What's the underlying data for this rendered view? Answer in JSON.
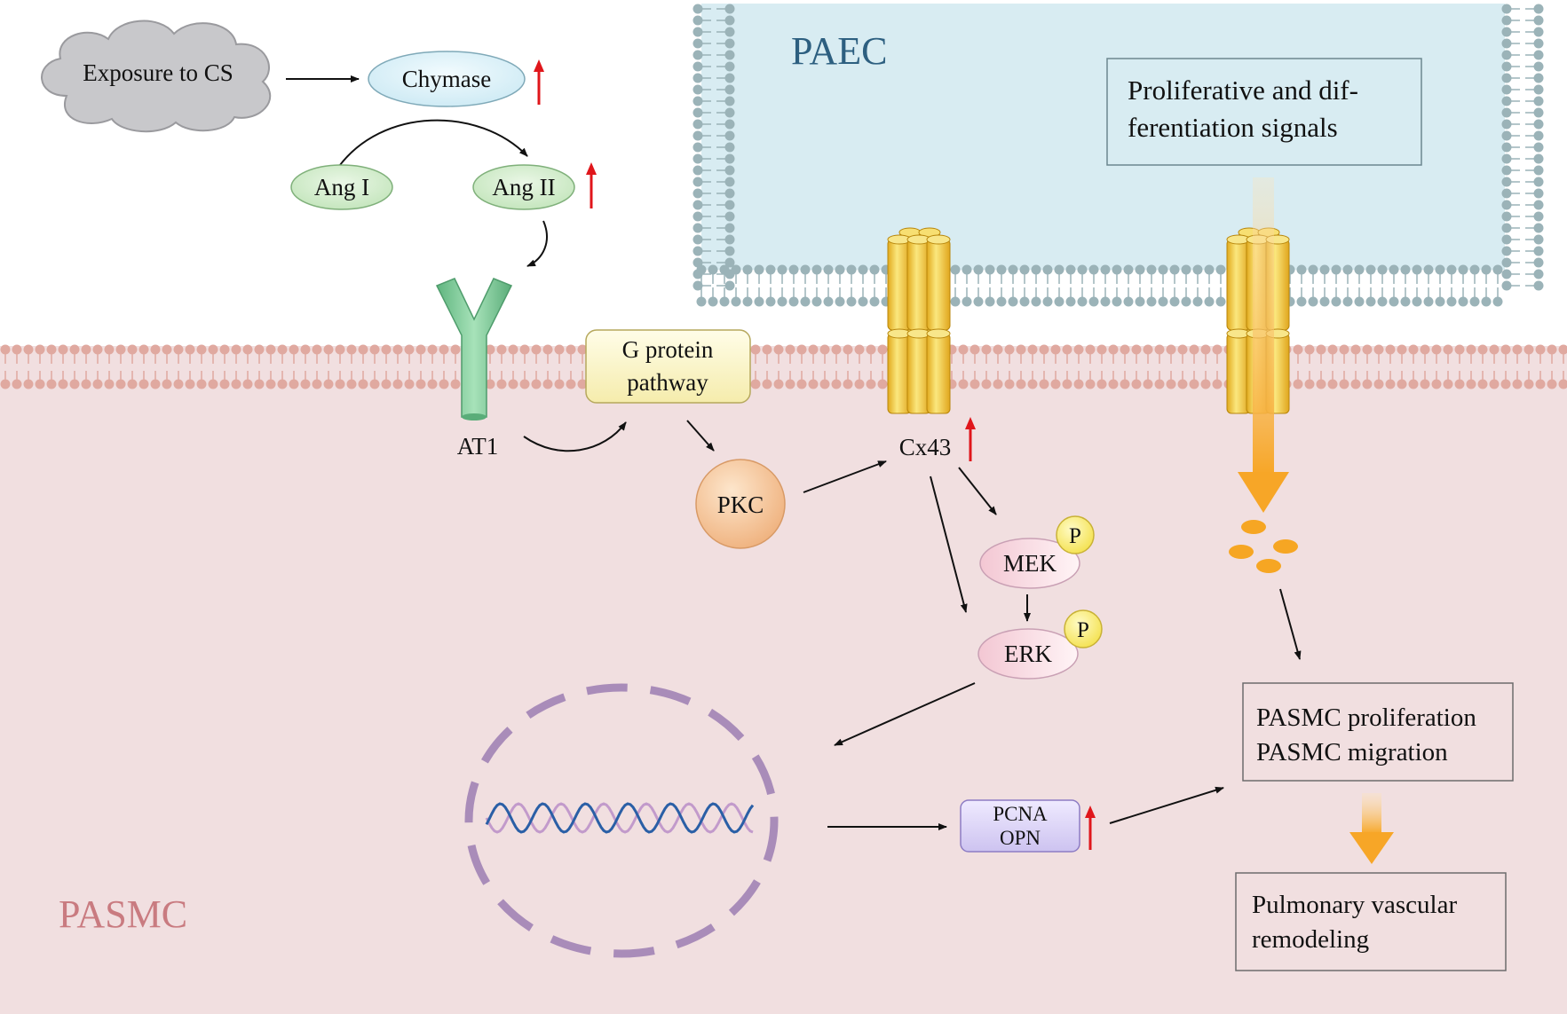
{
  "labels": {
    "exposure": "Exposure to CS",
    "chymase": "Chymase",
    "ang1": "Ang I",
    "ang2": "Ang II",
    "at1": "AT1",
    "gprotein_line1": "G protein",
    "gprotein_line2": "pathway",
    "pkc": "PKC",
    "cx43": "Cx43",
    "mek": "MEK",
    "erk": "ERK",
    "phospho": "P",
    "pcna": "PCNA",
    "opn": "OPN",
    "paec": "PAEC",
    "pasmc": "PASMC",
    "signals_line1": "Proliferative and dif-",
    "signals_line2": "ferentiation signals",
    "outcome1_line1": "PASMC proliferation",
    "outcome1_line2": "PASMC migration",
    "outcome2_line1": "Pulmonary vascular",
    "outcome2_line2": "remodeling"
  },
  "colors": {
    "pasmc_fill": "#f1dfe0",
    "paec_fill": "#d8ecf2",
    "membrane_pasmc": "#e0a9a0",
    "membrane_paec": "#9bb3b8",
    "up_arrow": "#e0161b",
    "paec_text": "#2d5f80",
    "pasmc_text": "#c97b80",
    "channel": "#f3cd3e",
    "orange_arrow": "#f7a627",
    "receptor": "#7ecb98"
  },
  "icons": [
    "cloud-icon",
    "receptor-icon",
    "gap-junction-icon",
    "dna-helix-icon",
    "nucleus-icon",
    "up-arrow-icon"
  ]
}
